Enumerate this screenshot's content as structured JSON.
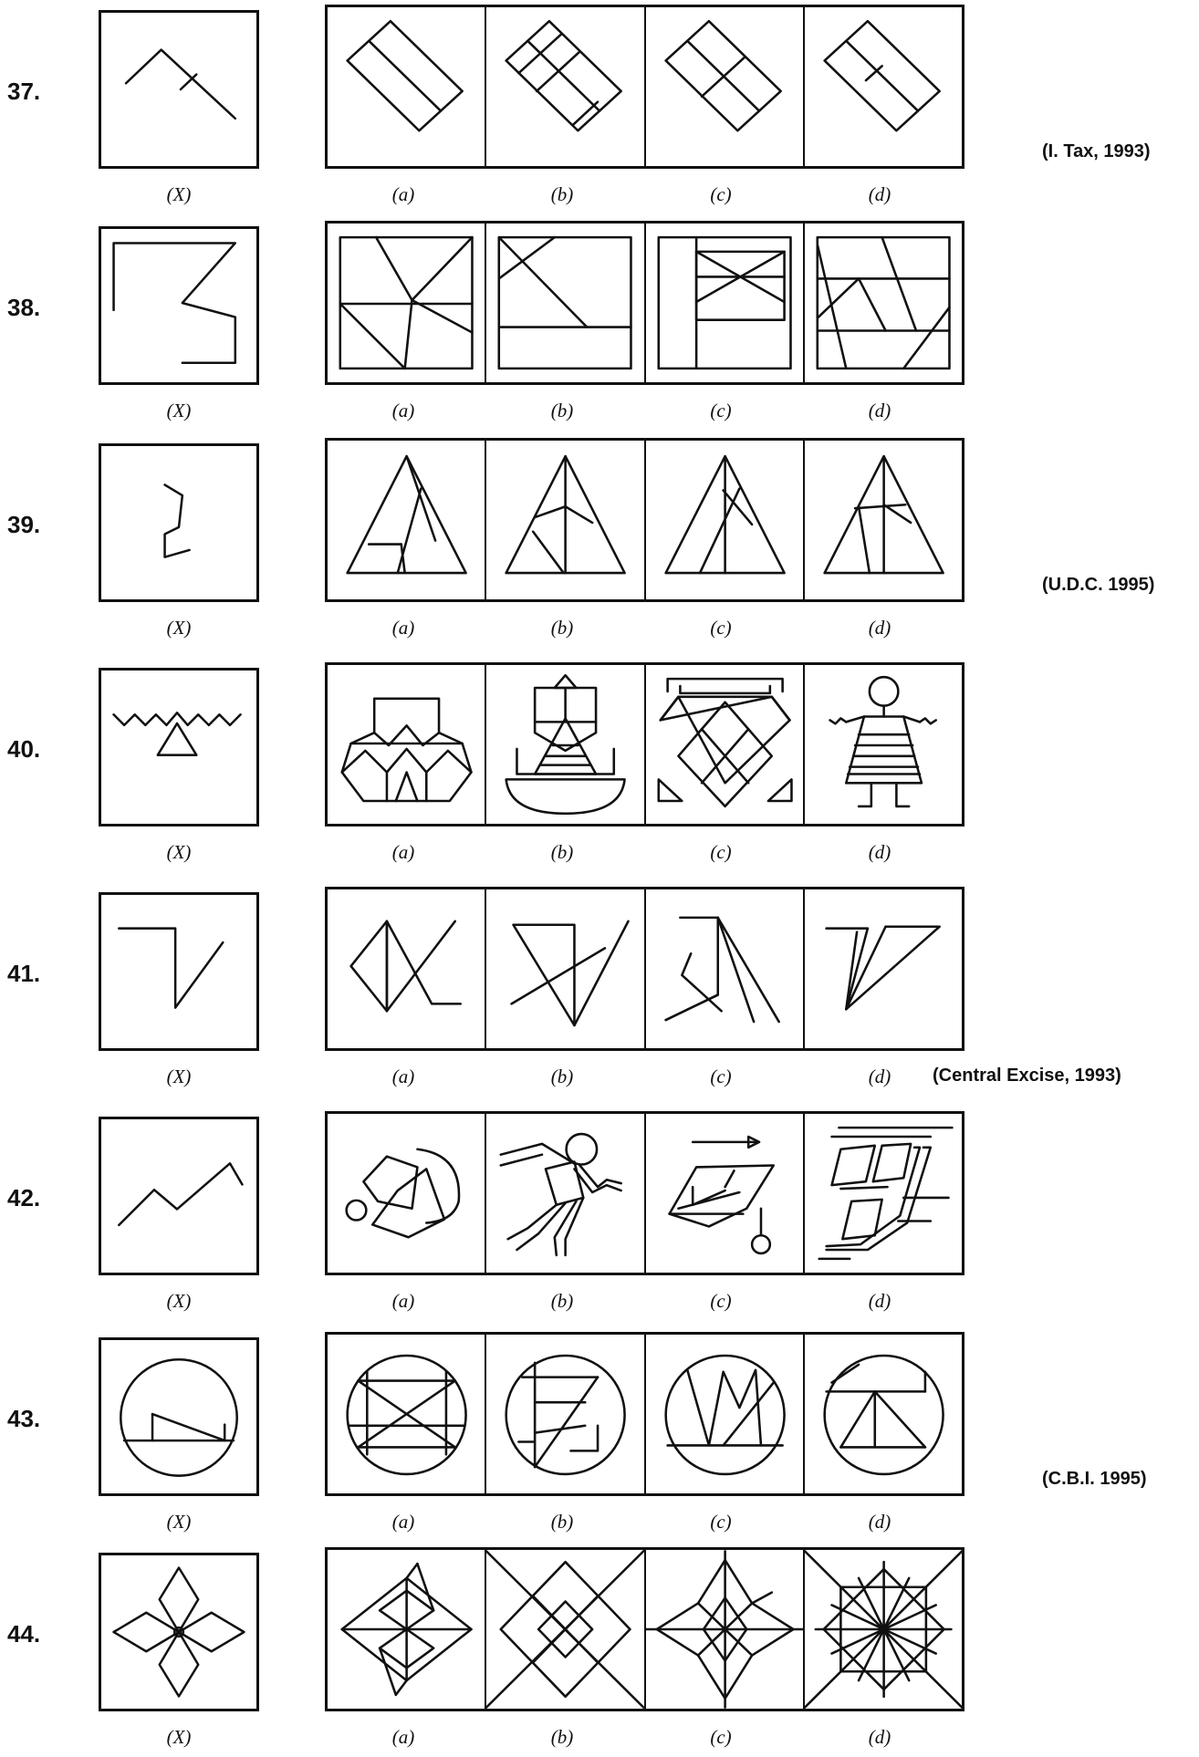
{
  "options": [
    "(a)",
    "(b)",
    "(c)",
    "(d)"
  ],
  "question_label": "(X)",
  "questions": [
    {
      "number": "37.",
      "source": "(I. Tax, 1993)"
    },
    {
      "number": "38.",
      "source": ""
    },
    {
      "number": "39.",
      "source": "(U.D.C. 1995)"
    },
    {
      "number": "40.",
      "source": ""
    },
    {
      "number": "41.",
      "source": "(Central Excise, 1993)"
    },
    {
      "number": "42.",
      "source": ""
    },
    {
      "number": "43.",
      "source": "(C.B.I. 1995)"
    },
    {
      "number": "44.",
      "source": ""
    }
  ]
}
